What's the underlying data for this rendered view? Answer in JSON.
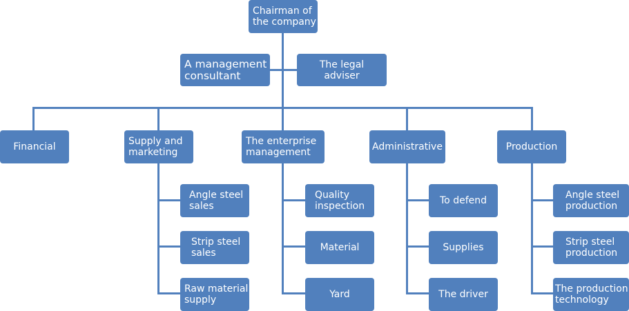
{
  "nodes": {
    "chairman": "Chairman of\nthe company",
    "consultant": "A management\nconsultant",
    "legal_adviser": "The legal\nadviser",
    "financial": "Financial",
    "supply_marketing": "Supply and\nmarketing",
    "enterprise_management": "The enterprise\nmanagement",
    "administrative": "Administrative",
    "production": "Production",
    "angle_steel_sales": "Angle steel\nsales",
    "strip_steel_sales": "Strip steel\nsales",
    "raw_material_supply": "Raw material\nsupply",
    "quality_inspection": "Quality\ninspection",
    "material": "Material",
    "yard": "Yard",
    "to_defend": "To defend",
    "supplies": "Supplies",
    "the_driver": "The driver",
    "angle_steel_production": "Angle steel\nproduction",
    "strip_steel_production": "Strip steel\nproduction",
    "production_technology": "The production\ntechnology"
  }
}
